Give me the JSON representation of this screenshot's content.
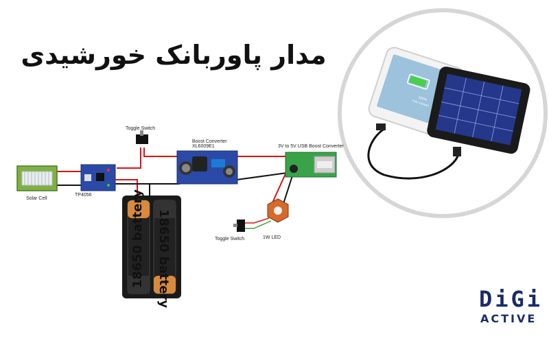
{
  "title": "مدار پاوربانک خورشیدی",
  "labels": {
    "solar_cell": "Solar Cell",
    "charger": "TP4056",
    "toggle_switch_top": "Toggle Switch",
    "boost_converter_line1": "Boost Converter",
    "boost_converter_line2": "XL6009E1",
    "usb_boost": "3V to 5V USB Boost Converter",
    "toggle_switch_bottom": "Toggle Switch",
    "led": "1W LED",
    "battery_1": "18650 battery",
    "battery_2": "18650 battery"
  },
  "phone_screen": {
    "percent": "100%",
    "status": "Fully Charged"
  },
  "logo": {
    "top": "DiGi",
    "bottom": "ACTIVE"
  },
  "colors": {
    "wire_red": "#d11",
    "wire_black": "#111",
    "board_blue": "#2b4aa8",
    "board_green": "#3aa34a",
    "battery_orange": "#d98a3c",
    "logo_navy": "#1a2a6c"
  }
}
